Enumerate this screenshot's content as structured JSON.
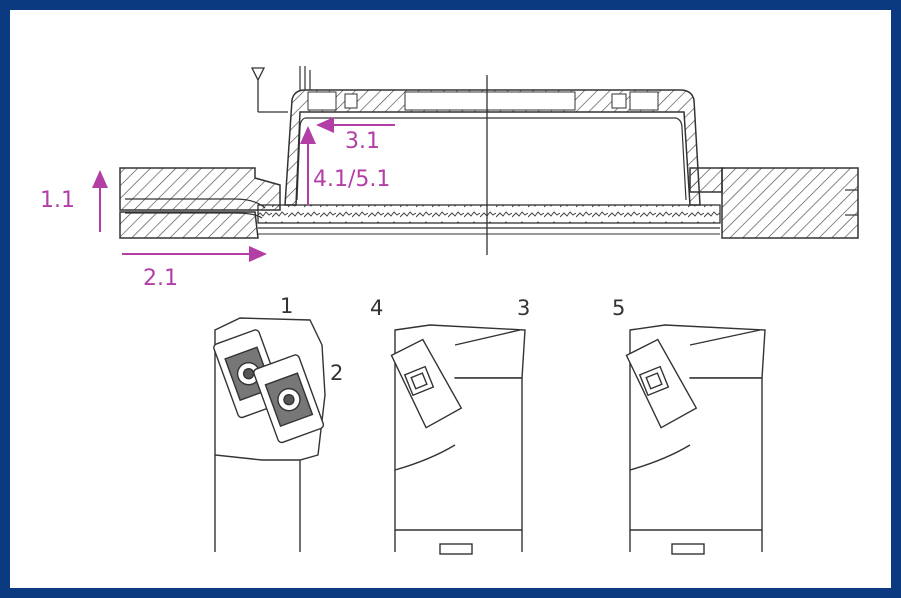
{
  "colors": {
    "frame": "#0b3a80",
    "annotation": "#b23ea6",
    "line": "#333333",
    "hatch": "#4a4a4a"
  },
  "annotations": {
    "label_1_1": "1.1",
    "label_2_1": "2.1",
    "label_3_1": "3.1",
    "label_4_1_5_1": "4.1/5.1"
  },
  "tools": {
    "label_1": "1",
    "label_2": "2",
    "label_3": "3",
    "label_4": "4",
    "label_5": "5"
  }
}
